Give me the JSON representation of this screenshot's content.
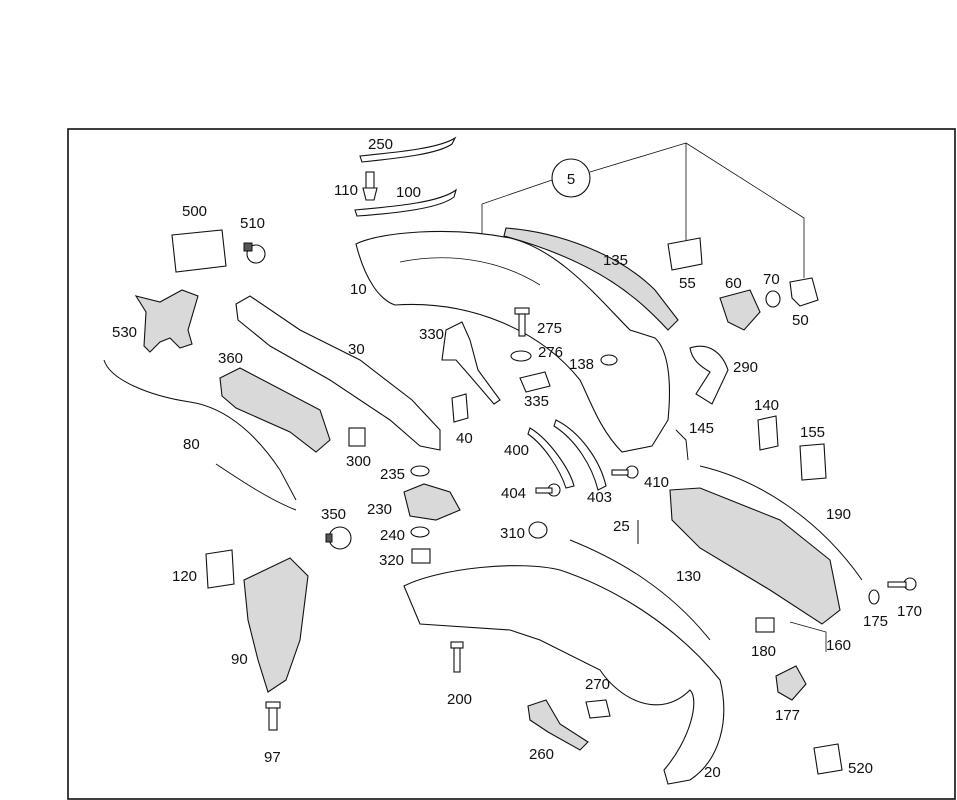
{
  "callout": "5",
  "labels": {
    "p250": "250",
    "p110": "110",
    "p100": "100",
    "p500": "500",
    "p510": "510",
    "p10": "10",
    "p135": "135",
    "p55": "55",
    "p60": "60",
    "p70": "70",
    "p50": "50",
    "p530": "530",
    "p330": "330",
    "p275": "275",
    "p276": "276",
    "p138": "138",
    "p290": "290",
    "p360": "360",
    "p30": "30",
    "p335": "335",
    "p140": "140",
    "p145": "145",
    "p155": "155",
    "p80": "80",
    "p40": "40",
    "p400": "400",
    "p300": "300",
    "p235": "235",
    "p410": "410",
    "p404": "404",
    "p403": "403",
    "p230": "230",
    "p190": "190",
    "p350": "350",
    "p240": "240",
    "p25": "25",
    "p310": "310",
    "p320": "320",
    "p130": "130",
    "p120": "120",
    "p175": "175",
    "p170": "170",
    "p160": "160",
    "p90": "90",
    "p180": "180",
    "p200": "200",
    "p270": "270",
    "p177": "177",
    "p97": "97",
    "p260": "260",
    "p20": "20",
    "p520": "520"
  }
}
